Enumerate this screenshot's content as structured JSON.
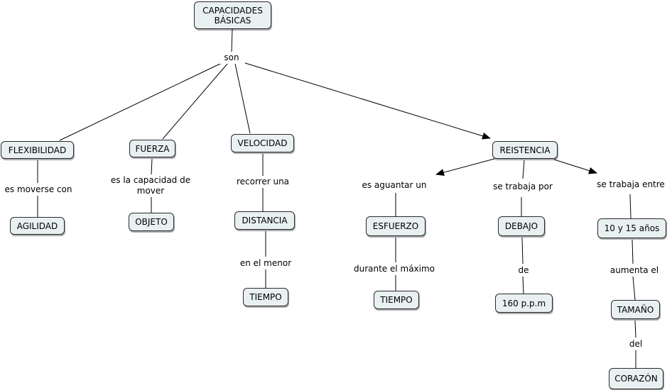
{
  "concepts": {
    "capacidades": "CAPACIDADES\nBÁSICAS",
    "flexibilidad": "FLEXIBILIDAD",
    "agilidad": "AGILIDAD",
    "fuerza": "FUERZA",
    "objeto": "OBJETO",
    "velocidad": "VELOCIDAD",
    "distancia": "DISTANCIA",
    "tiempo1": "TIEMPO",
    "reistencia": "REISTENCIA",
    "esfuerzo": "ESFUERZO",
    "tiempo2": "TIEMPO",
    "debajo": "DEBAJO",
    "ppm": "160 p.p.m",
    "edad": "10 y 15 años",
    "tamano": "TAMAÑO",
    "corazon": "CORAZÓN"
  },
  "links": {
    "son": "son",
    "es_moverse": "es moverse con",
    "capacidad_mover": "es la capacidad de\nmover",
    "recorrer": "recorrer una",
    "menor": "en el menor",
    "aguantar": "es aguantar un",
    "durante": "durante el máximo",
    "trabaja_por": "se trabaja por",
    "de": "de",
    "trabaja_entre": "se trabaja entre",
    "aumenta": "aumenta el",
    "del": "del"
  },
  "colors": {
    "concept_fill": "#e9f0f2",
    "line": "#000000"
  }
}
